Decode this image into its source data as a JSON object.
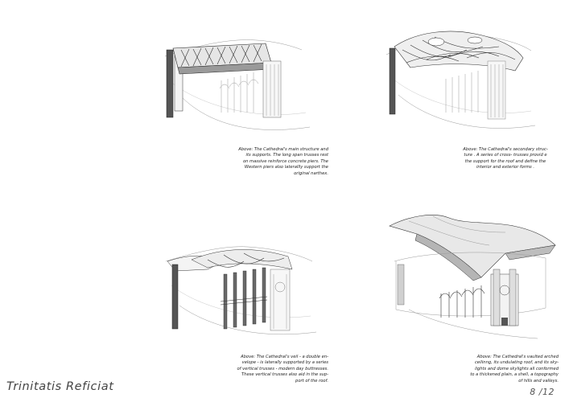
{
  "document": {
    "title": "Trinitatis Reficiat",
    "page_number": "8 /12"
  },
  "panels": [
    {
      "caption_lines": [
        "Above: The Cathedral's main structure and",
        "its supports.  The long span trusses rest",
        "on massive reinforce concrete piers.  The",
        "Western piers  also laterallly support  the",
        "original narthex."
      ]
    },
    {
      "caption_lines": [
        "Above: The Cathedral's secondary  struc-",
        "ture .  A series of cross- trusses provid e",
        "the support for the roof and define the",
        "interior and exterior forms ."
      ]
    },
    {
      "caption_lines": [
        "Above: The Cathedral's veil - a double en-",
        "velope - is laterally supported by a series",
        "of vertical trusses - modern day buttresses.",
        "These vertical trusses also aid in the sup-",
        "port of the roof."
      ]
    },
    {
      "caption_lines": [
        "Above: The Cathedral's vaulted arched",
        "ceilinng, its  undulating roof, and its  sky-",
        "lights and dome skylights all  conformed",
        "to a thickened plain, a shell, a topography",
        "of hills and valleys."
      ]
    }
  ]
}
